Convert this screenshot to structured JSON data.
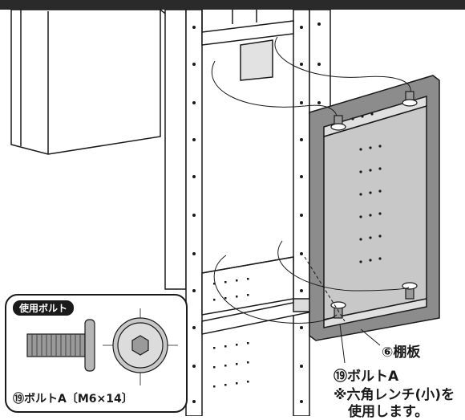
{
  "labels": {
    "shelf": "⑥棚板",
    "bolt": "⑲ボルトA",
    "note_line1": "※六角レンチ(小)を",
    "note_line2": "使用します。"
  },
  "inset": {
    "badge": "使用ボルト",
    "caption": "⑲ボルトA〔M6×14〕"
  },
  "colors": {
    "line": "#1a1a1a",
    "panel": "#c8c8c8",
    "frame": "#8c8c8c",
    "header": "#2a2a2a",
    "bolt": "#9a9a9a"
  }
}
